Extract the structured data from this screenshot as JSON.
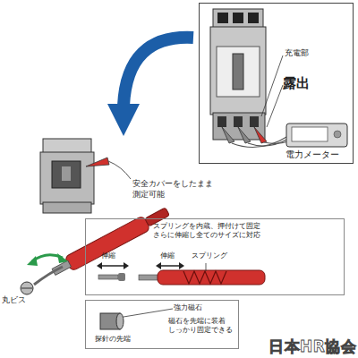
{
  "diagram": {
    "nodes": [
      {
        "text": [
          "充電部",
          "露出",
          "電力メーター"
        ]
      },
      {
        "text": [
          "スプリングを内蔵、押付けて固定 さらに伸縮し全てのサイズに対応",
          "伸縮",
          "伸縮",
          "スプリング"
        ]
      },
      {
        "text": [
          "強力磁石",
          "磁石を先端に装着 しっかり固定できる",
          "探針の先端"
        ]
      }
    ],
    "labels": [
      "安全カバーをしたまま 測定可能",
      "丸ビス",
      "日本HR協会"
    ]
  }
}
